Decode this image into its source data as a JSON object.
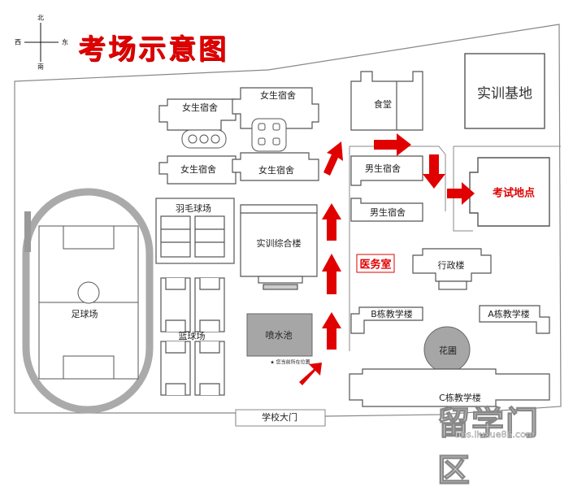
{
  "title": "考场示意图",
  "compass": {
    "north": "北",
    "south": "南",
    "east": "东",
    "west": "西"
  },
  "buildings": {
    "girls_dorm_1": "女生宿舍",
    "girls_dorm_2": "女生宿舍",
    "girls_dorm_3": "女生宿舍",
    "girls_dorm_4": "女生宿舍",
    "canteen": "食堂",
    "training_base": "实训基地",
    "boys_dorm_1": "男生宿舍",
    "boys_dorm_2": "男生宿舍",
    "exam_site": "考试地点",
    "badminton": "羽毛球场",
    "training_building": "实训综合楼",
    "clinic": "医务室",
    "admin_building": "行政楼",
    "football": "足球场",
    "basketball": "篮球场",
    "fountain": "喷水池",
    "fountain_note": "★ 您当前所在位置",
    "building_b": "B栋教学楼",
    "building_a": "A栋教学楼",
    "garden": "花圃",
    "building_c": "C栋教学楼",
    "gate": "学校大门"
  },
  "colors": {
    "route": "#e00000",
    "building_fill": "#ffffff",
    "outline": "#555555",
    "track": "#aaaaaa",
    "fountain": "#a6a6a6",
    "garden": "#a6a6a6"
  },
  "watermark": {
    "text": "留学门区",
    "url": "bbs.liuxue86.com"
  }
}
